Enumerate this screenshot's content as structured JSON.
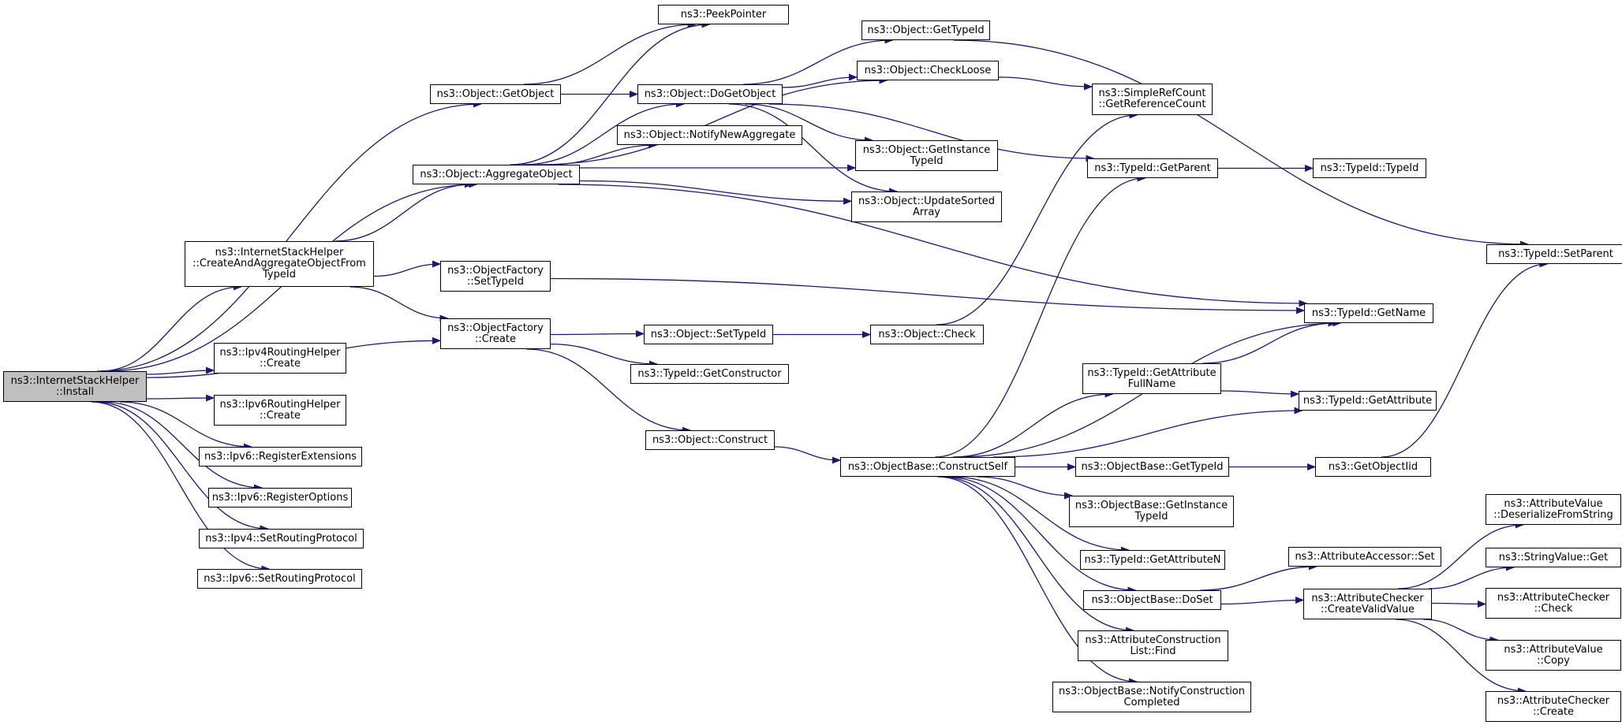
{
  "diagram": {
    "type": "call-graph",
    "colors": {
      "edge": "#191970",
      "node_border": "#000000",
      "root_fill": "#bfbfbf",
      "node_fill": "#ffffff"
    },
    "nodes": [
      {
        "id": "install",
        "lines": [
          "ns3::InternetStackHelper",
          "::Install"
        ],
        "root": true
      },
      {
        "id": "getobject",
        "lines": [
          "ns3::Object::GetObject"
        ]
      },
      {
        "id": "aggregate",
        "lines": [
          "ns3::Object::AggregateObject"
        ]
      },
      {
        "id": "createagg",
        "lines": [
          "ns3::InternetStackHelper",
          "::CreateAndAggregateObjectFrom",
          "TypeId"
        ]
      },
      {
        "id": "factorycreate",
        "lines": [
          "ns3::ObjectFactory",
          "::Create"
        ]
      },
      {
        "id": "ipv4rh",
        "lines": [
          "ns3::Ipv4RoutingHelper",
          "::Create"
        ]
      },
      {
        "id": "ipv6rh",
        "lines": [
          "ns3::Ipv6RoutingHelper",
          "::Create"
        ]
      },
      {
        "id": "regext",
        "lines": [
          "ns3::Ipv6::RegisterExtensions"
        ]
      },
      {
        "id": "regopt",
        "lines": [
          "ns3::Ipv6::RegisterOptions"
        ]
      },
      {
        "id": "ipv4srp",
        "lines": [
          "ns3::Ipv4::SetRoutingProtocol"
        ]
      },
      {
        "id": "ipv6srp",
        "lines": [
          "ns3::Ipv6::SetRoutingProtocol"
        ]
      },
      {
        "id": "peek",
        "lines": [
          "ns3::PeekPointer"
        ]
      },
      {
        "id": "dogetobject",
        "lines": [
          "ns3::Object::DoGetObject"
        ]
      },
      {
        "id": "notifynew",
        "lines": [
          "ns3::Object::NotifyNewAggregate"
        ]
      },
      {
        "id": "settypeidfactory",
        "lines": [
          "ns3::ObjectFactory",
          "::SetTypeId"
        ]
      },
      {
        "id": "objsettypeid",
        "lines": [
          "ns3::Object::SetTypeId"
        ]
      },
      {
        "id": "getconstructor",
        "lines": [
          "ns3::TypeId::GetConstructor"
        ]
      },
      {
        "id": "construct",
        "lines": [
          "ns3::Object::Construct"
        ]
      },
      {
        "id": "objgettypeid",
        "lines": [
          "ns3::Object::GetTypeId"
        ]
      },
      {
        "id": "checkloose",
        "lines": [
          "ns3::Object::CheckLoose"
        ]
      },
      {
        "id": "getinstancetypeid",
        "lines": [
          "ns3::Object::GetInstance",
          "TypeId"
        ]
      },
      {
        "id": "updatesorted",
        "lines": [
          "ns3::Object::UpdateSorted",
          "Array"
        ]
      },
      {
        "id": "check",
        "lines": [
          "ns3::Object::Check"
        ]
      },
      {
        "id": "constructself",
        "lines": [
          "ns3::ObjectBase::ConstructSelf"
        ]
      },
      {
        "id": "getrefcount",
        "lines": [
          "ns3::SimpleRefCount",
          "::GetReferenceCount"
        ]
      },
      {
        "id": "getparent",
        "lines": [
          "ns3::TypeId::GetParent"
        ]
      },
      {
        "id": "typeidctor",
        "lines": [
          "ns3::TypeId::TypeId"
        ]
      },
      {
        "id": "setparent",
        "lines": [
          "ns3::TypeId::SetParent"
        ]
      },
      {
        "id": "getname",
        "lines": [
          "ns3::TypeId::GetName"
        ]
      },
      {
        "id": "getattrfullname",
        "lines": [
          "ns3::TypeId::GetAttribute",
          "FullName"
        ]
      },
      {
        "id": "getattribute",
        "lines": [
          "ns3::TypeId::GetAttribute"
        ]
      },
      {
        "id": "obgettypeid",
        "lines": [
          "ns3::ObjectBase::GetTypeId"
        ]
      },
      {
        "id": "getobjectiid",
        "lines": [
          "ns3::GetObjectIid"
        ]
      },
      {
        "id": "obgetinstance",
        "lines": [
          "ns3::ObjectBase::GetInstance",
          "TypeId"
        ]
      },
      {
        "id": "getattributen",
        "lines": [
          "ns3::TypeId::GetAttributeN"
        ]
      },
      {
        "id": "doset",
        "lines": [
          "ns3::ObjectBase::DoSet"
        ]
      },
      {
        "id": "accessorset",
        "lines": [
          "ns3::AttributeAccessor::Set"
        ]
      },
      {
        "id": "createvalid",
        "lines": [
          "ns3::AttributeChecker",
          "::CreateValidValue"
        ]
      },
      {
        "id": "listfind",
        "lines": [
          "ns3::AttributeConstruction",
          "List::Find"
        ]
      },
      {
        "id": "notifyconst",
        "lines": [
          "ns3::ObjectBase::NotifyConstruction",
          "Completed"
        ]
      },
      {
        "id": "deserialize",
        "lines": [
          "ns3::AttributeValue",
          "::DeserializeFromString"
        ]
      },
      {
        "id": "stringget",
        "lines": [
          "ns3::StringValue::Get"
        ]
      },
      {
        "id": "checkercheck",
        "lines": [
          "ns3::AttributeChecker",
          "::Check"
        ]
      },
      {
        "id": "valuecopy",
        "lines": [
          "ns3::AttributeValue",
          "::Copy"
        ]
      },
      {
        "id": "checkercreate",
        "lines": [
          "ns3::AttributeChecker",
          "::Create"
        ]
      }
    ],
    "edges": [
      [
        "install",
        "getobject"
      ],
      [
        "install",
        "aggregate"
      ],
      [
        "install",
        "createagg"
      ],
      [
        "install",
        "factorycreate"
      ],
      [
        "install",
        "ipv4rh"
      ],
      [
        "install",
        "ipv6rh"
      ],
      [
        "install",
        "regext"
      ],
      [
        "install",
        "regopt"
      ],
      [
        "install",
        "ipv4srp"
      ],
      [
        "install",
        "ipv6srp"
      ],
      [
        "getobject",
        "peek"
      ],
      [
        "getobject",
        "dogetobject"
      ],
      [
        "aggregate",
        "peek"
      ],
      [
        "aggregate",
        "checkloose"
      ],
      [
        "aggregate",
        "dogetobject"
      ],
      [
        "aggregate",
        "notifynew"
      ],
      [
        "aggregate",
        "getinstancetypeid"
      ],
      [
        "aggregate",
        "updatesorted"
      ],
      [
        "aggregate",
        "getname"
      ],
      [
        "createagg",
        "aggregate"
      ],
      [
        "createagg",
        "settypeidfactory"
      ],
      [
        "createagg",
        "factorycreate"
      ],
      [
        "settypeidfactory",
        "getname"
      ],
      [
        "factorycreate",
        "objsettypeid"
      ],
      [
        "factorycreate",
        "getconstructor"
      ],
      [
        "factorycreate",
        "construct"
      ],
      [
        "dogetobject",
        "objgettypeid"
      ],
      [
        "dogetobject",
        "checkloose"
      ],
      [
        "dogetobject",
        "getinstancetypeid"
      ],
      [
        "dogetobject",
        "updatesorted"
      ],
      [
        "dogetobject",
        "getparent"
      ],
      [
        "objgettypeid",
        "setparent"
      ],
      [
        "checkloose",
        "getrefcount"
      ],
      [
        "objsettypeid",
        "check"
      ],
      [
        "check",
        "getrefcount"
      ],
      [
        "construct",
        "constructself"
      ],
      [
        "getparent",
        "typeidctor"
      ],
      [
        "constructself",
        "getparent"
      ],
      [
        "constructself",
        "getname"
      ],
      [
        "constructself",
        "getattrfullname"
      ],
      [
        "constructself",
        "getattribute"
      ],
      [
        "constructself",
        "obgettypeid"
      ],
      [
        "constructself",
        "obgetinstance"
      ],
      [
        "constructself",
        "getattributen"
      ],
      [
        "constructself",
        "doset"
      ],
      [
        "constructself",
        "listfind"
      ],
      [
        "constructself",
        "notifyconst"
      ],
      [
        "getattrfullname",
        "getname"
      ],
      [
        "getattrfullname",
        "getattribute"
      ],
      [
        "obgettypeid",
        "getobjectiid"
      ],
      [
        "getobjectiid",
        "setparent"
      ],
      [
        "doset",
        "accessorset"
      ],
      [
        "doset",
        "createvalid"
      ],
      [
        "createvalid",
        "deserialize"
      ],
      [
        "createvalid",
        "stringget"
      ],
      [
        "createvalid",
        "checkercheck"
      ],
      [
        "createvalid",
        "valuecopy"
      ],
      [
        "createvalid",
        "checkercreate"
      ]
    ]
  }
}
